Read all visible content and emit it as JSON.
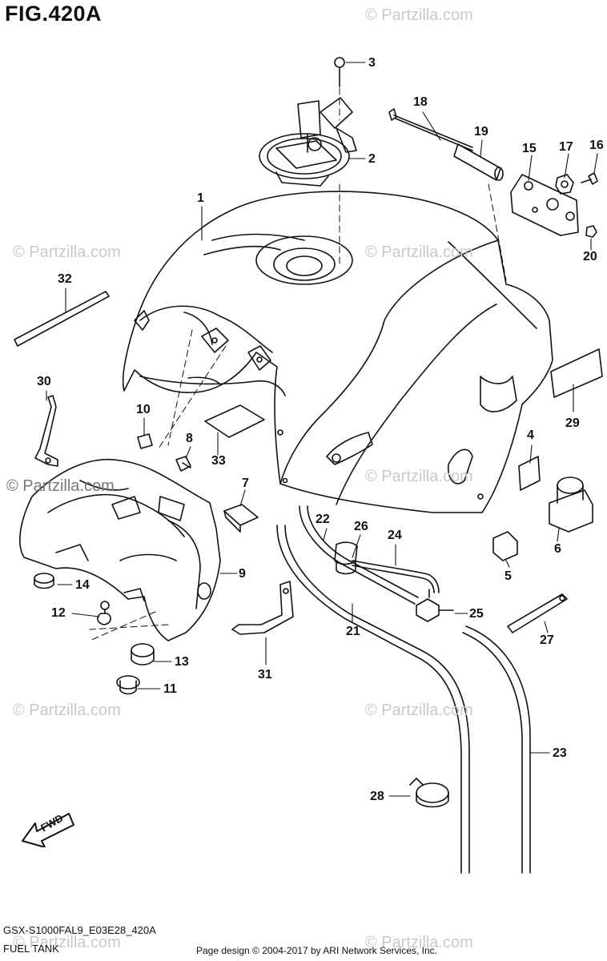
{
  "title": "FIG.420A",
  "footer": {
    "code": "GSX-S1000FAL9_E03E28_420A",
    "name": "FUEL TANK",
    "credit": "Page design © 2004-2017 by ARI Network Services, Inc."
  },
  "watermark": "© Partzilla.com",
  "fwd_label": "FWD",
  "callouts": {
    "c1": "1",
    "c2": "2",
    "c3": "3",
    "c4": "4",
    "c5": "5",
    "c6": "6",
    "c7": "7",
    "c8": "8",
    "c9": "9",
    "c10": "10",
    "c11": "11",
    "c12": "12",
    "c13": "13",
    "c14": "14",
    "c15": "15",
    "c16": "16",
    "c17": "17",
    "c18": "18",
    "c19": "19",
    "c20": "20",
    "c21": "21",
    "c22": "22",
    "c23": "23",
    "c24": "24",
    "c25": "25",
    "c26": "26",
    "c27": "27",
    "c28": "28",
    "c29": "29",
    "c30": "30",
    "c31": "31",
    "c32": "32",
    "c33": "33"
  },
  "colors": {
    "line": "#111111",
    "watermark": "#c9c9c9",
    "background": "#ffffff"
  }
}
